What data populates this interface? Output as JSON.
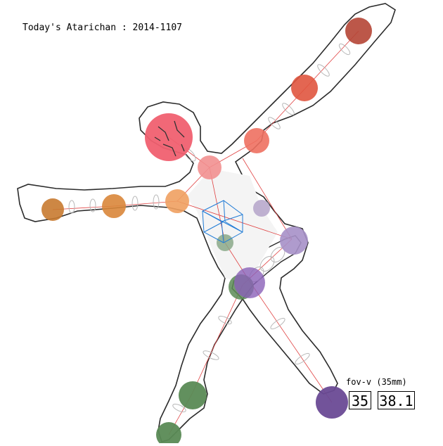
{
  "title": "Today's Atarichan : 2014-1107",
  "fov": {
    "label": "fov-v (35mm)",
    "focal_mm": "35",
    "angle_deg": "38.1"
  },
  "colors": {
    "outline": "#2b2b2b",
    "bone_line": "#e04040",
    "cube": "#1f7bd6",
    "joint_head": "#f06070",
    "joint_arm_left": "#d9863a",
    "joint_arm_right": "#e0553f",
    "joint_leg_left": "#5a8a55",
    "joint_leg_right": "#7a55a0"
  }
}
